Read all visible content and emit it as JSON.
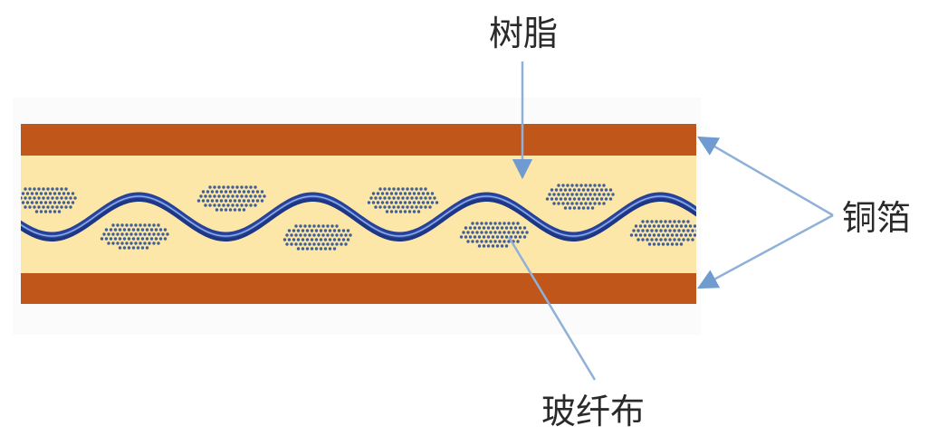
{
  "labels": {
    "resin": "树脂",
    "copper_foil": "铜箔",
    "glass_cloth": "玻纤布"
  },
  "colors": {
    "copper": "#c1561a",
    "resin": "#fde7a8",
    "fiber_weave": "#26419a",
    "fiber_dot": "#3f5f96",
    "arrow": "#8fb1d9"
  }
}
